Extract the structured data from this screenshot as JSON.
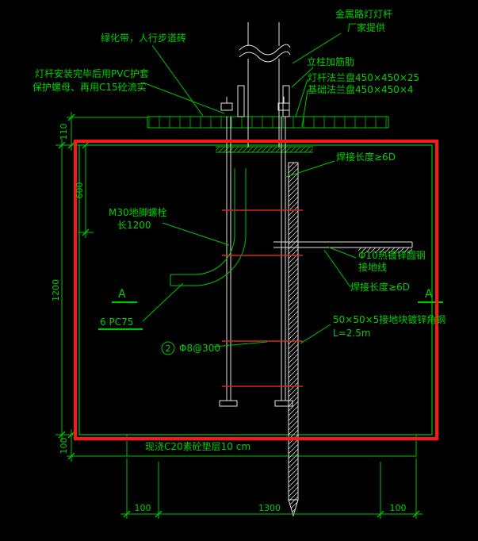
{
  "labels": {
    "walkway": "绿化带，人行步道砖",
    "pvc_note_1": "灯杆安装完毕后用PVC护套",
    "pvc_note_2": "保护螺母、再用C15砼流实",
    "pole_name": "金属路灯灯杆",
    "pole_vendor": "厂家提供",
    "stiffener_rib": "立柱加筋肋",
    "pole_flange": "灯杆法兰盘450×450×25",
    "base_flange": "基础法兰盘450×450×4",
    "weld_length_top": "焊接长度≥6D",
    "anchor_bolt": "M30地脚螺栓",
    "anchor_bolt_length": "长1200",
    "ground_steel": "Φ10热镀锌圆钢",
    "ground_wire": "接地线",
    "weld_length_mid": "焊接长度≥6D",
    "section_mark_left": "A",
    "section_mark_right": "A",
    "conduit": "6 PC75",
    "stirrup_ref_num": "2",
    "stirrup_spec": "Φ8@300",
    "ground_angle_steel": "50×50×5接地块镀锌角钢",
    "ground_angle_length": "L=2.5m",
    "cushion_note": "现浇C20素砼垫层10 cm"
  },
  "dimensions": {
    "top_offset": "110",
    "bolt_embed": "600",
    "foundation_depth": "1200",
    "cushion_thickness": "100",
    "bottom_left": "100",
    "bottom_center": "1300",
    "bottom_right": "100"
  },
  "colors": {
    "background": "#000000",
    "drawing_green": "#00c400",
    "drawing_white": "#e3e3e3",
    "highlight_red": "#ff1616",
    "rebar_red": "#d42a1e"
  }
}
